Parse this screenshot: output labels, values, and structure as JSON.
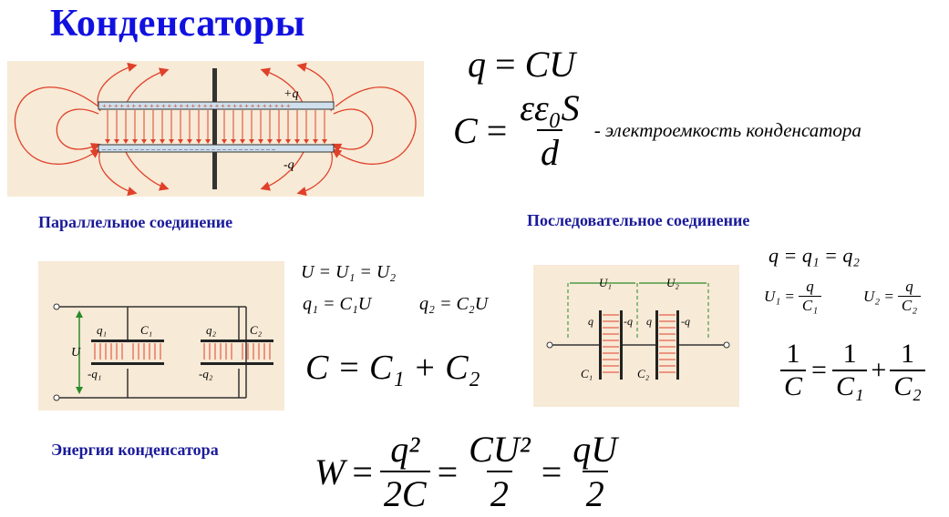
{
  "title": "Конденсаторы",
  "colors": {
    "title": "#1010e0",
    "heading": "#1a1a9a",
    "field_lines": "#e0402a",
    "panel_bg": "#f7ead6"
  },
  "formulas": {
    "charge": {
      "lhs": "q",
      "eq": "=",
      "rhs": "CU"
    },
    "capacitance": {
      "lhs": "C",
      "eq": "=",
      "num": "εε₀S",
      "den": "d",
      "note": "- электроемкость конденсатора"
    },
    "parallel": {
      "u_line": "U = U₁ = U₂",
      "q1_line": "q₁ = C₁U",
      "q2_line": "q₂ = C₂U",
      "c_line": "C = C₁ + C₂"
    },
    "series": {
      "q_line": "q = q₁ = q₂",
      "u1_lhs": "U₁ =",
      "u1_num": "q",
      "u1_den": "C₁",
      "u2_lhs": "U₂ =",
      "u2_num": "q",
      "u2_den": "C₂",
      "inv_lhs_num": "1",
      "inv_lhs_den": "C",
      "inv_eq": "=",
      "inv_t1_num": "1",
      "inv_t1_den": "C₁",
      "inv_plus": "+",
      "inv_t2_num": "1",
      "inv_t2_den": "C₂"
    },
    "energy": {
      "lhs": "W",
      "eq": "=",
      "t1_num": "q²",
      "t1_den": "2C",
      "t2_num": "CU²",
      "t2_den": "2",
      "t3_num": "qU",
      "t3_den": "2"
    }
  },
  "headings": {
    "parallel": "Параллельное соединение",
    "series": "Последовательное соединение",
    "energy": "Энергия конденсатора"
  },
  "diagram_top": {
    "plus_label": "+q",
    "minus_label": "-q"
  },
  "diagram_parallel": {
    "u": "U",
    "q1": "q₁",
    "c1": "C₁",
    "q2": "q₂",
    "c2": "C₂",
    "mq1": "-q₁",
    "mq2": "-q₂"
  },
  "diagram_series": {
    "u1": "U₁",
    "u2": "U₂",
    "q_left": "q",
    "mq_mid1": "-q",
    "q_mid2": "q",
    "mq_right": "-q",
    "c1": "C₁",
    "c2": "C₂"
  }
}
